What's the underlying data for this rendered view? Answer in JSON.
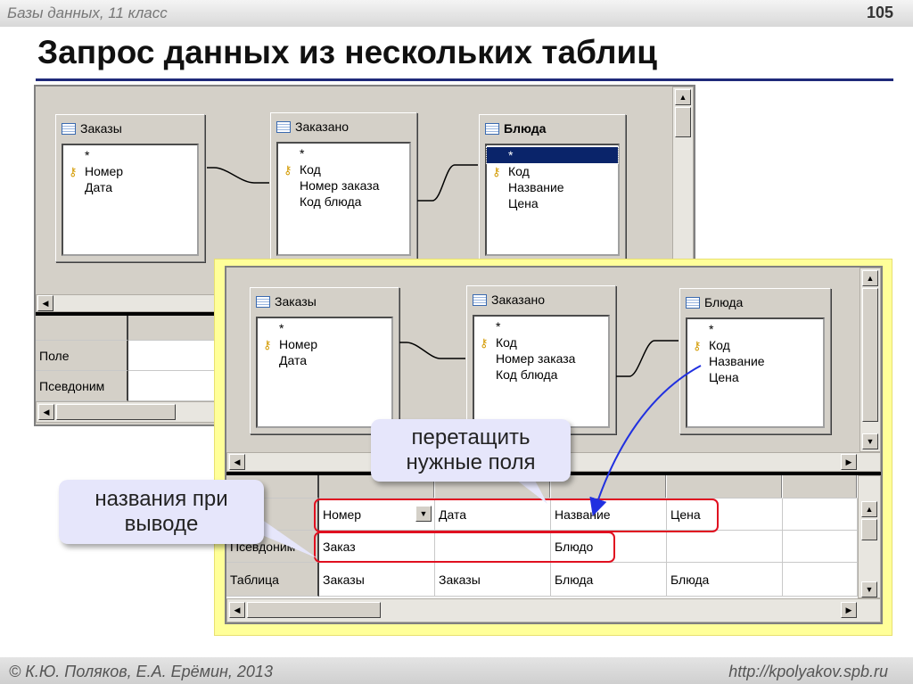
{
  "header": {
    "course": "Базы данных, 11 класс",
    "page": "105"
  },
  "title": "Запрос данных из нескольких таблиц",
  "back_window": {
    "tables": [
      {
        "name": "Заказы",
        "bold": false,
        "fields": [
          {
            "t": "*"
          },
          {
            "t": "Номер",
            "key": true
          },
          {
            "t": "Дата"
          }
        ]
      },
      {
        "name": "Заказано",
        "bold": false,
        "fields": [
          {
            "t": "*"
          },
          {
            "t": "Код",
            "key": true
          },
          {
            "t": "Номер заказа"
          },
          {
            "t": "Код блюда"
          }
        ]
      },
      {
        "name": "Блюда",
        "bold": true,
        "fields": [
          {
            "t": "*",
            "selected": true
          },
          {
            "t": "Код",
            "key": true
          },
          {
            "t": "Название"
          },
          {
            "t": "Цена"
          }
        ]
      }
    ],
    "row_labels": [
      "",
      "Поле",
      "Псевдоним"
    ]
  },
  "front_window": {
    "tables": [
      {
        "name": "Заказы",
        "bold": false,
        "fields": [
          {
            "t": "*"
          },
          {
            "t": "Номер",
            "key": true
          },
          {
            "t": "Дата"
          }
        ]
      },
      {
        "name": "Заказано",
        "bold": false,
        "fields": [
          {
            "t": "*"
          },
          {
            "t": "Код",
            "key": true
          },
          {
            "t": "Номер заказа"
          },
          {
            "t": "Код блюда"
          }
        ]
      },
      {
        "name": "Блюда",
        "bold": false,
        "fields": [
          {
            "t": "*"
          },
          {
            "t": "Код",
            "key": true
          },
          {
            "t": "Название"
          },
          {
            "t": "Цена"
          }
        ]
      }
    ],
    "row_labels": [
      "",
      "",
      "Псевдоним",
      "Таблица"
    ],
    "grid": [
      [
        "",
        "",
        "",
        "",
        ""
      ],
      [
        "Номер",
        "Дата",
        "Название",
        "Цена",
        ""
      ],
      [
        "Заказ",
        "",
        "Блюдо",
        "",
        ""
      ],
      [
        "Заказы",
        "Заказы",
        "Блюда",
        "Блюда",
        ""
      ]
    ]
  },
  "callouts": {
    "drag": "перетащить нужные поля",
    "alias": "названия при выводе"
  },
  "colors": {
    "highlight": "#e01020",
    "arrow": "#2030e0",
    "frame": "#ffff99",
    "callout": "#e6e6fb"
  },
  "footer": {
    "copyright": "© К.Ю. Поляков, Е.А. Ерёмин, 2013",
    "url": "http://kpolyakov.spb.ru"
  }
}
